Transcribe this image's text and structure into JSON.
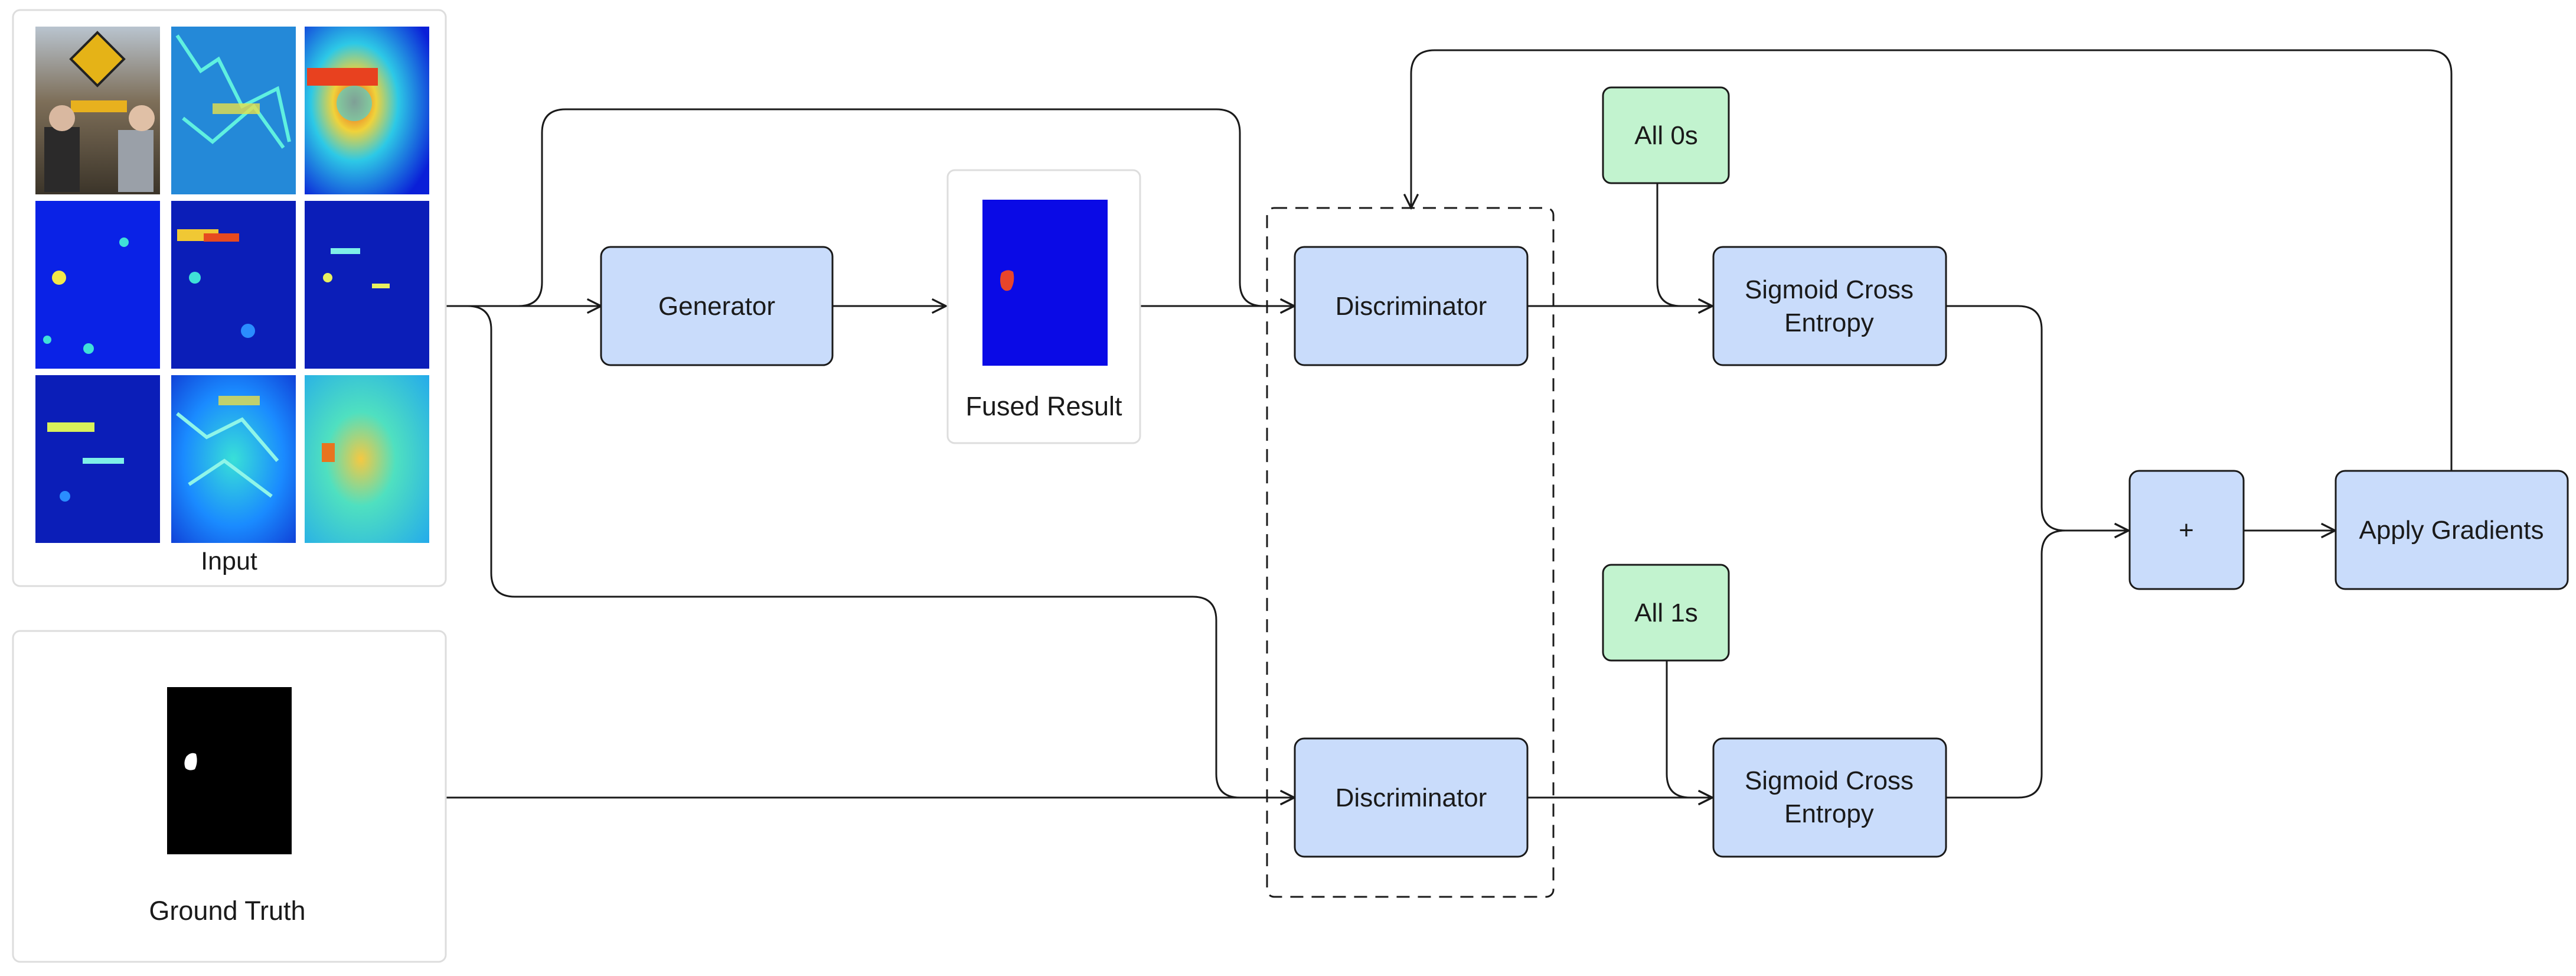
{
  "labels": {
    "input": "Input",
    "ground_truth": "Ground Truth",
    "generator": "Generator",
    "fused_result": "Fused Result",
    "discriminator_top": "Discriminator",
    "discriminator_bottom": "Discriminator",
    "all_zeros": "All 0s",
    "all_ones": "All 1s",
    "sigmoid_top_line1": "Sigmoid Cross",
    "sigmoid_top_line2": "Entropy",
    "sigmoid_bottom_line1": "Sigmoid Cross",
    "sigmoid_bottom_line2": "Entropy",
    "plus": "+",
    "apply_gradients": "Apply Gradients"
  },
  "colors": {
    "process_fill": "#c9dcfb",
    "constant_fill": "#c2f3cf",
    "panel_border": "#dddddd",
    "fused_background": "#0a0ae6",
    "fused_region": "#e8452a",
    "ground_truth_background": "#000000",
    "ground_truth_region": "#ffffff"
  },
  "icons": {
    "input_tiles": [
      "photo-thumbnail",
      "edge-map-thumbnail",
      "heatmap-thumbnail",
      "heatmap-thumbnail",
      "heatmap-thumbnail",
      "heatmap-thumbnail",
      "heatmap-thumbnail",
      "edge-map-thumbnail",
      "heatmap-thumbnail"
    ],
    "fused_result": "segmentation-map-thumbnail",
    "ground_truth": "binary-mask-thumbnail"
  }
}
